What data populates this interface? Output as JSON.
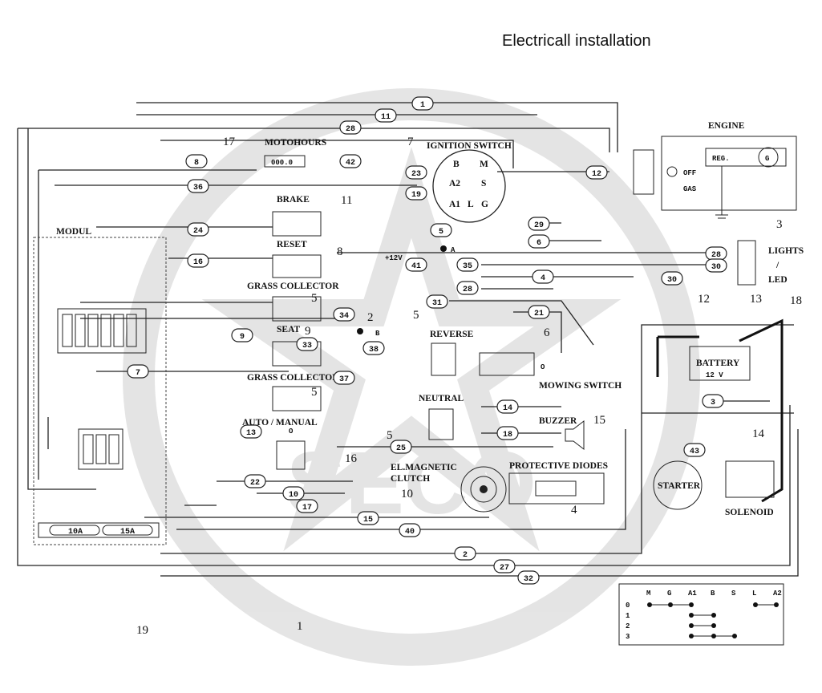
{
  "title": "Electricall installation",
  "watermark": "SECO",
  "component_labels": {
    "engine": "ENGINE",
    "reg": "REG.",
    "g": "G",
    "off": "OFF",
    "gas": "GAS",
    "motohours": "MOTOHOURS",
    "motohours_display": "000.0",
    "ignition_switch": "IGNITION SWITCH",
    "ign_b": "B",
    "ign_m": "M",
    "ign_a2": "A2",
    "ign_s": "S",
    "ign_a1": "A1",
    "ign_l": "L",
    "ign_g": "G",
    "brake": "BRAKE",
    "reset": "RESET",
    "grass_collector_1": "GRASS COLLECTOR",
    "seat": "SEAT",
    "grass_collector_2": "GRASS COLLECTOR",
    "auto_manual": "AUTO / MANUAL",
    "modul": "MODUL",
    "reverse": "REVERSE",
    "neutral": "NEUTRAL",
    "mowing_switch": "MOWING SWITCH",
    "buzzer": "BUZZER",
    "el_magnetic_clutch": "EL.MAGNETIC\nCLUTCH",
    "protective_diodes": "PROTECTIVE DIODES",
    "lights": "LIGHTS",
    "lights_slash": "/",
    "led": "LED",
    "battery": "BATTERY",
    "battery_voltage": "12 V",
    "starter": "STARTER",
    "solenoid": "SOLENOID",
    "plus_12v": "+12V",
    "node_a": "A",
    "node_b": "B",
    "fuse_10a": "10A",
    "fuse_15a": "15A",
    "o_mark": "O"
  },
  "callouts": [
    "1",
    "2",
    "3",
    "4",
    "5",
    "5",
    "5",
    "5",
    "6",
    "7",
    "8",
    "9",
    "10",
    "11",
    "12",
    "13",
    "14",
    "15",
    "16",
    "17",
    "18",
    "19"
  ],
  "wires": [
    "1",
    "11",
    "28",
    "8",
    "42",
    "23",
    "19",
    "12",
    "36",
    "24",
    "5",
    "29",
    "6",
    "16",
    "41",
    "35",
    "28",
    "4",
    "28",
    "30",
    "30",
    "31",
    "34",
    "9",
    "33",
    "38",
    "37",
    "7",
    "21",
    "14",
    "13",
    "18",
    "22",
    "10",
    "25",
    "17",
    "15",
    "40",
    "2",
    "27",
    "32",
    "3",
    "43"
  ],
  "ignition_table": {
    "headers": [
      "M",
      "G",
      "A1",
      "B",
      "S",
      "L",
      "A2"
    ],
    "rows": [
      "0",
      "1",
      "2",
      "3"
    ]
  }
}
